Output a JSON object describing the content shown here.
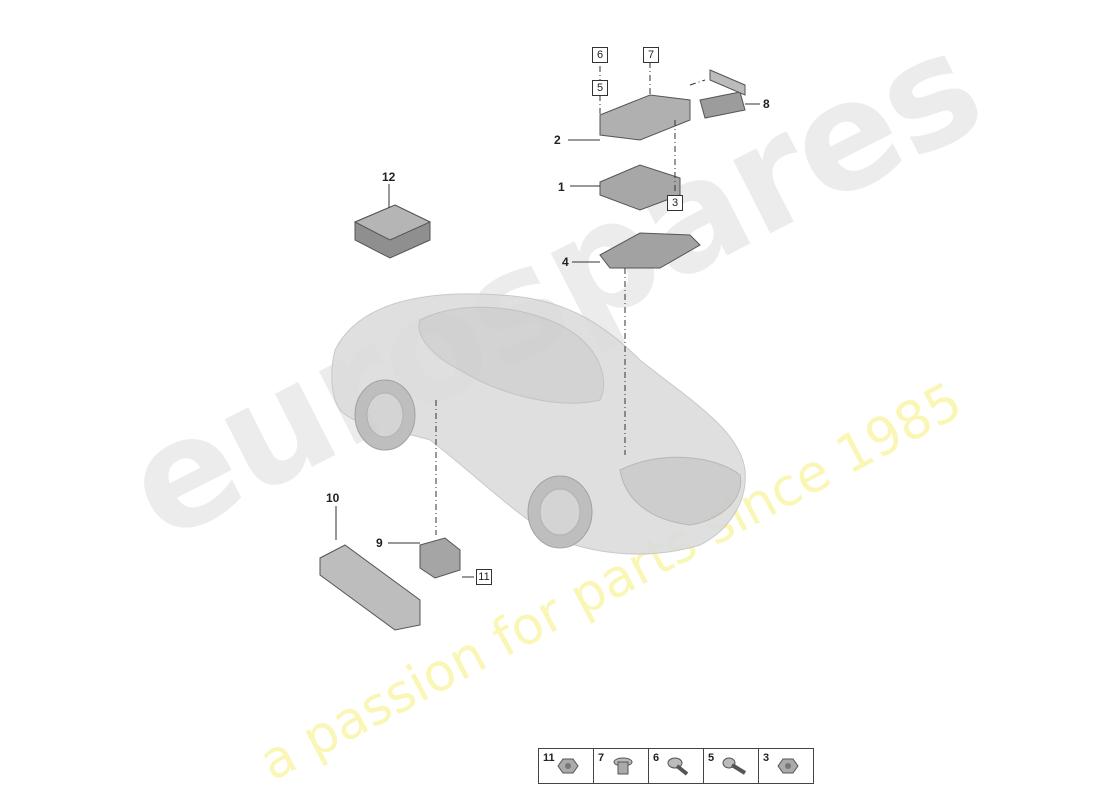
{
  "watermark": {
    "brand": "eurospares",
    "tagline": "a passion for parts since 1985"
  },
  "callouts": [
    "1",
    "2",
    "4",
    "8",
    "9",
    "10",
    "12"
  ],
  "box_refs": [
    "3",
    "5",
    "6",
    "7",
    "11"
  ],
  "legend": {
    "items": [
      {
        "num": "11",
        "icon": "nut-icon"
      },
      {
        "num": "7",
        "icon": "spacer-icon"
      },
      {
        "num": "6",
        "icon": "screw-icon"
      },
      {
        "num": "5",
        "icon": "bolt-icon"
      },
      {
        "num": "3",
        "icon": "nut-icon"
      }
    ]
  },
  "colors": {
    "part_gray": "#9a9a9a",
    "car_gray": "#d6d6d6",
    "line": "#333333"
  }
}
